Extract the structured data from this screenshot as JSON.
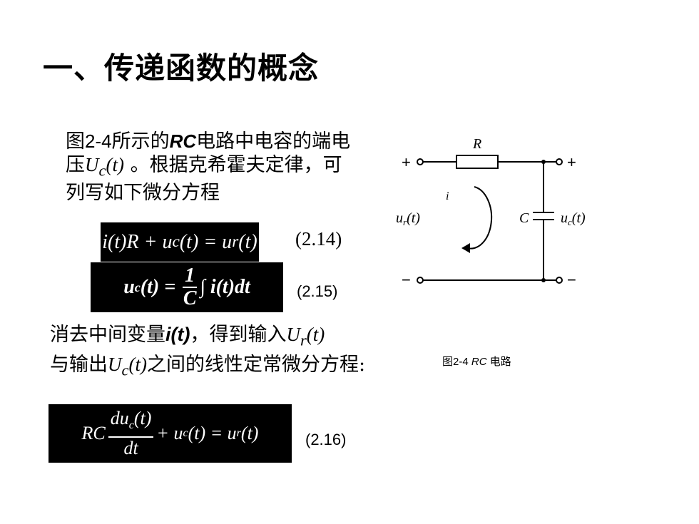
{
  "title": "一、传递函数的概念",
  "para1": {
    "fig_prefix": "图",
    "fig_ref": "2-4",
    "text_a": "所示的",
    "rc": "RC",
    "text_b": "电路中电容的端电压",
    "uc": "U",
    "uc_sub": "c",
    "uc_arg": "(t)",
    "text_c": " 。根据克希霍夫定律，可列写如下微分方程"
  },
  "equations": [
    {
      "left": "i(t)R + u",
      "sub1": "c",
      "mid": "(t) = u",
      "sub2": "r",
      "right": "(t)",
      "number": "(2.14)"
    },
    {
      "lhs": "u",
      "lhs_sub": "c",
      "lhs_arg": "(t) =",
      "frac_num": "1",
      "frac_den": "C",
      "integral": "∫ i(t)dt",
      "number": "(2.15)"
    },
    {
      "rc": "RC",
      "frac_num": "du",
      "frac_num_sub": "c",
      "frac_num_arg": "(t)",
      "frac_den": "dt",
      "rest": "+ u",
      "rest_sub": "c",
      "rest_mid": "(t) = u",
      "rest_sub2": "r",
      "rest_end": "(t)",
      "number": "(2.16)"
    }
  ],
  "para2": {
    "text_a": "消去中间变量",
    "var": "i(t)",
    "text_b": "，得到输入",
    "ur": "U",
    "ur_sub": "r",
    "ur_arg": "(t)",
    "text_c": "与输出",
    "uc": "U",
    "uc_sub": "c",
    "uc_arg": "(t)",
    "text_d": "之间的线性定常微分方程:"
  },
  "circuit": {
    "resistor_label": "R",
    "capacitor_label": "C",
    "current_label": "i",
    "input_label": "u",
    "input_sub": "r",
    "input_arg": "(t)",
    "output_label": "u",
    "output_sub": "c",
    "output_arg": "(t)",
    "plus_left": "+",
    "plus_right": "+",
    "minus_left": "−",
    "minus_right": "−"
  },
  "caption": {
    "fig": "图2-4",
    "rc": "RC",
    "text": " 电路"
  }
}
